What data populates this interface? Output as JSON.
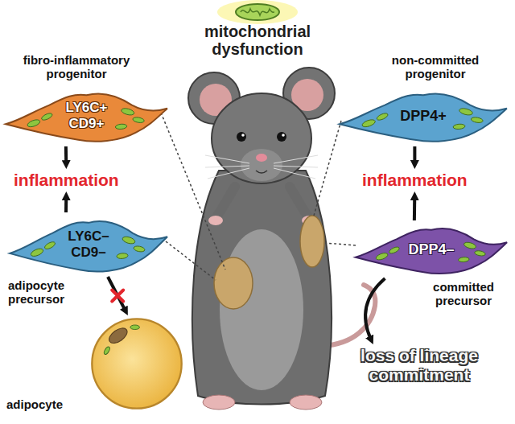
{
  "diagram": {
    "nodes": [
      {
        "text": [
          "fibro-inflammatory progenitor",
          "LY6C+ CD9+"
        ]
      },
      {
        "text": [
          "non-committed progenitor",
          "DPP4+"
        ]
      },
      {
        "text": [
          "inflammation"
        ]
      },
      {
        "text": [
          "inflammation"
        ]
      },
      {
        "text": [
          "LY6C– CD9–",
          "adipocyte precursor"
        ]
      },
      {
        "text": [
          "DPP4–",
          "committed precursor"
        ]
      },
      {
        "text": [
          "adipocyte"
        ]
      },
      {
        "text": [
          "loss of lineage commitment"
        ]
      }
    ],
    "edges": [
      {
        "from": 0,
        "to": 2,
        "arrow": "to"
      },
      {
        "from": 4,
        "to": 2,
        "arrow": "to"
      },
      {
        "from": 4,
        "to": 6,
        "arrow": "to"
      },
      {
        "from": 1,
        "to": 3,
        "arrow": "to"
      },
      {
        "from": 5,
        "to": 3,
        "arrow": "to"
      },
      {
        "from": 5,
        "to": 7,
        "arrow": "to"
      }
    ],
    "labels": [
      "mitochondrial dysfunction"
    ]
  }
}
